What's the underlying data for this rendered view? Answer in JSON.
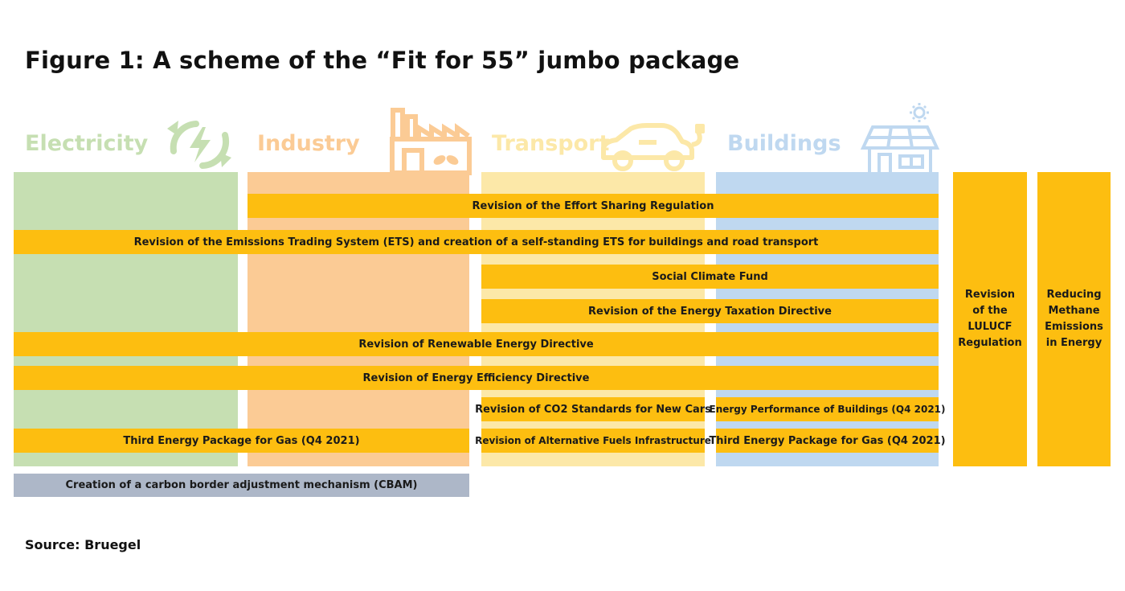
{
  "title": "Figure 1: A scheme of the “Fit for 55” jumbo package",
  "sectors": [
    {
      "label": "Electricity",
      "color": "#C6DFB2",
      "text_color": "#C6DFB2",
      "icon": "recycle-lightning-icon"
    },
    {
      "label": "Industry",
      "color": "#FBCB95",
      "text_color": "#FBCB95",
      "icon": "factory-icon"
    },
    {
      "label": "Transport",
      "color": "#FCE8A8",
      "text_color": "#FCE8A8",
      "icon": "electric-car-icon"
    },
    {
      "label": "Buildings",
      "color": "#BFD8F0",
      "text_color": "#BFD8F0",
      "icon": "solar-house-icon"
    }
  ],
  "measures": {
    "effort_sharing": "Revision of the Effort Sharing Regulation",
    "ets": "Revision of the Emissions Trading System (ETS) and creation of a self-standing ETS for buildings and road transport",
    "social_climate_fund": "Social Climate Fund",
    "energy_taxation": "Revision of the Energy Taxation Directive",
    "renewable_energy": "Revision of Renewable Energy Directive",
    "energy_efficiency": "Revision of Energy Efficiency Directive",
    "co2_cars": "Revision of CO2 Standards for New Cars",
    "energy_performance_buildings": "Energy Performance of Buildings (Q4 2021)",
    "third_energy_gas_left": "Third Energy Package for Gas (Q4 2021)",
    "alt_fuels": "Revision of Alternative Fuels Infrastructure",
    "third_energy_gas_right": "Third Energy Package for Gas (Q4 2021)",
    "lulucf": "Revision\nof the\nLULUCF\nRegulation",
    "methane": "Reducing\nMethane\nEmissions\nin Energy",
    "cbam": "Creation of a carbon border adjustment mechanism (CBAM)"
  },
  "colors": {
    "measure": "#FDBE10",
    "cbam": "#ADB7C8"
  },
  "source": "Source: Bruegel"
}
